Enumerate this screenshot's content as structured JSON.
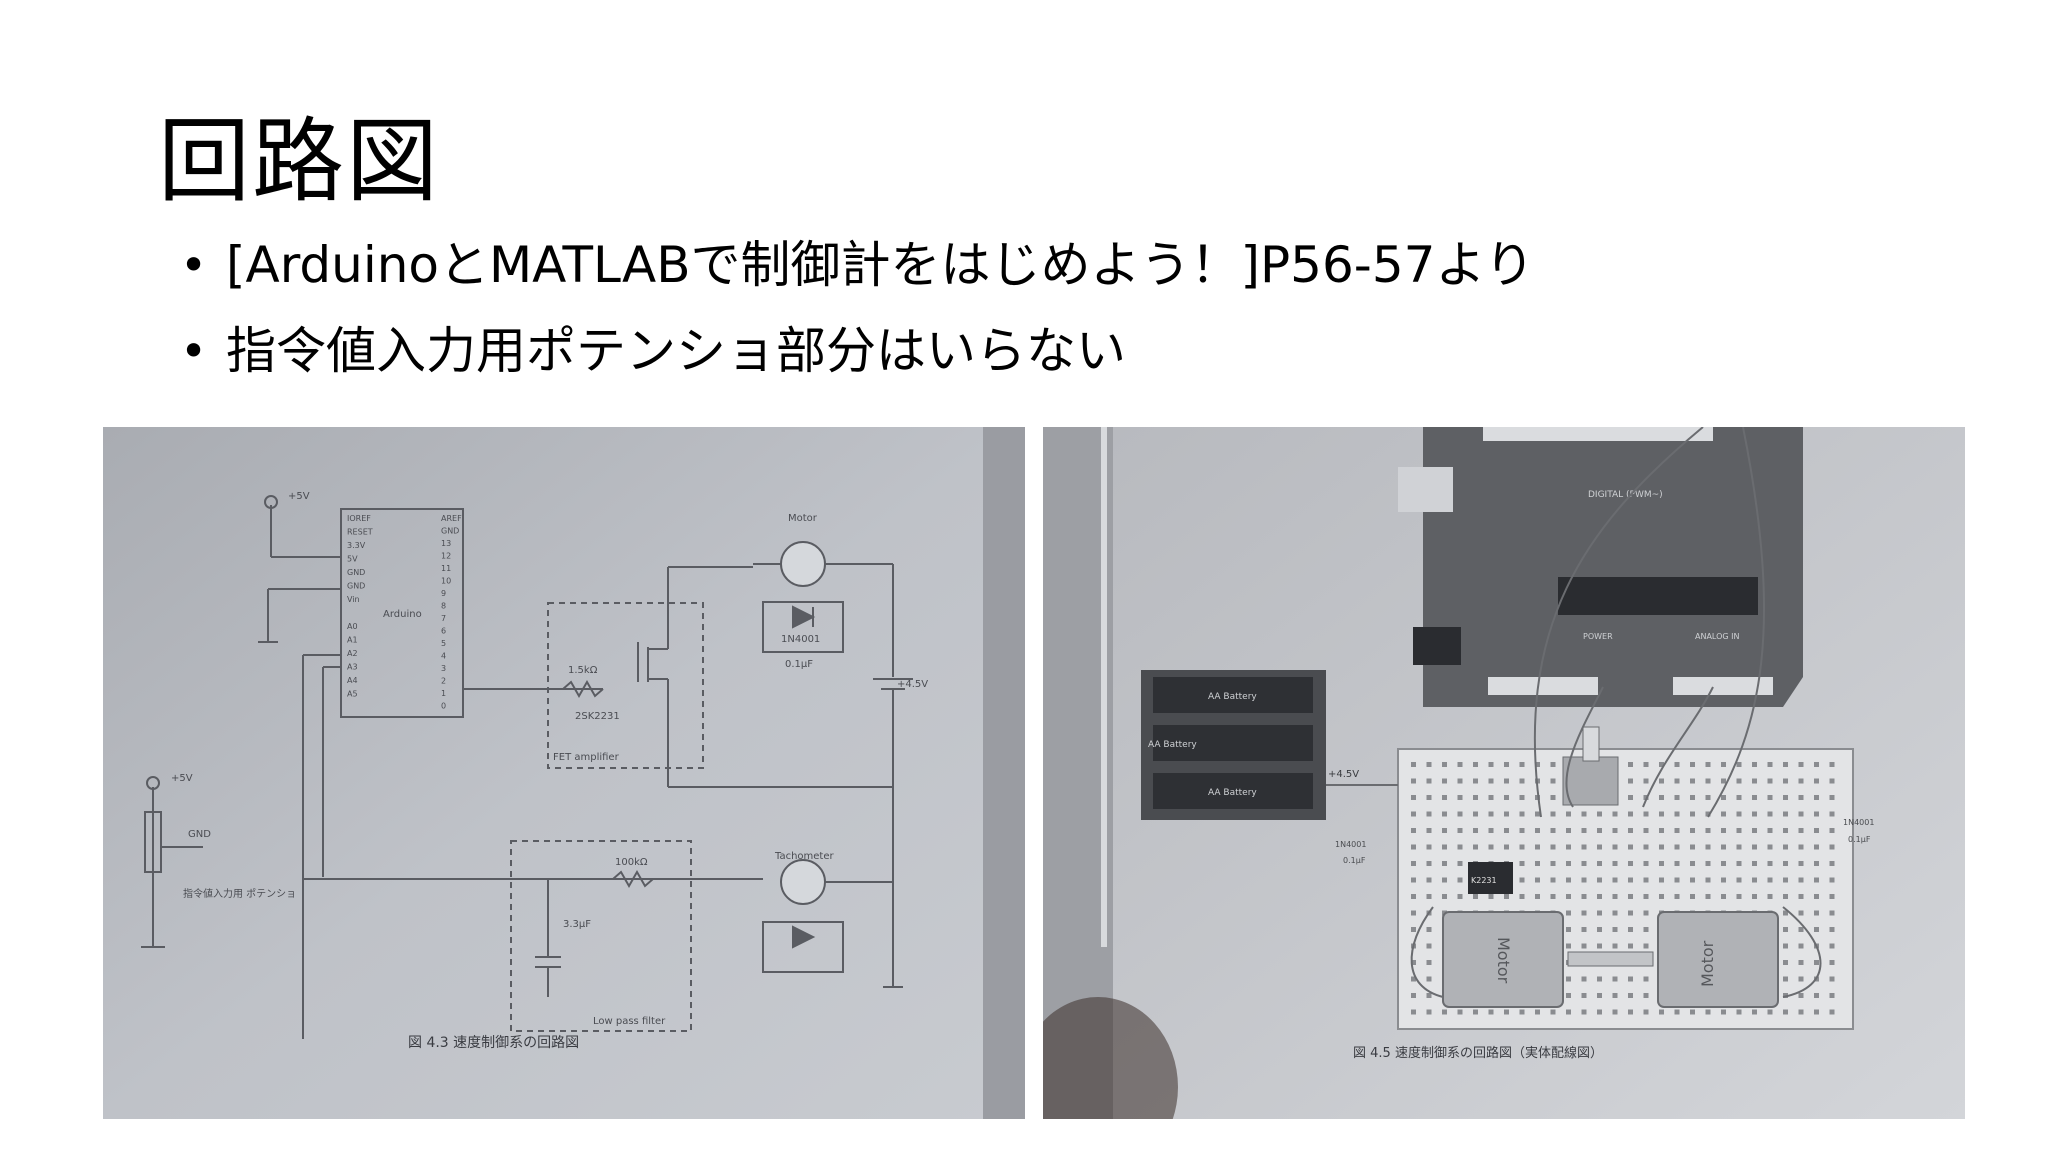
{
  "slide": {
    "title": "回路図",
    "bullets": [
      "[ArduinoとMATLABで制御計をはじめよう！]P56-57より",
      "指令値入力用ポテンショ部分はいらない"
    ]
  },
  "left_photo": {
    "caption": "図 4.3   速度制御系の回路図",
    "labels": {
      "arduino": "Arduino",
      "motor": "Motor",
      "tachometer": "Tachometer",
      "fet_amplifier": "FET amplifier",
      "low_pass_filter": "Low pass filter",
      "diode": "1N4001",
      "cap": "0.1µF",
      "cap2": "3.3µF",
      "transistor": "2SK2231",
      "r1": "1.5kΩ",
      "r2": "100kΩ",
      "supply": "+4.5V",
      "v5": "+5V",
      "v5b": "+5V",
      "gnd": "GND",
      "pot": "指令値入力用\nポテンショ"
    },
    "pins_left": [
      "IOREF",
      "RESET",
      "3.3V",
      "5V",
      "GND",
      "GND",
      "Vin",
      "",
      "A0",
      "A1",
      "A2",
      "A3",
      "A4",
      "A5"
    ],
    "pins_right": [
      "AREF",
      "GND",
      "13",
      "12",
      "11",
      "10",
      "9",
      "8",
      "7",
      "6",
      "5",
      "4",
      "3",
      "2",
      "1",
      "0"
    ]
  },
  "right_photo": {
    "caption": "図 4.5   速度制御系の回路図（実体配線図）",
    "labels": {
      "battery1": "AA Battery",
      "battery2": "AA Battery",
      "battery3": "AA Battery",
      "motor1": "Motor",
      "motor2": "Motor",
      "supply": "+4.5V",
      "power": "POWER",
      "analog_in": "ANALOG IN",
      "digital": "DIGITAL (PWM~)",
      "diode_l": "1N4001",
      "cap_l": "0.1µF",
      "diode_r": "1N4001",
      "cap_r": "0.1µF",
      "chip": "K2231"
    }
  }
}
